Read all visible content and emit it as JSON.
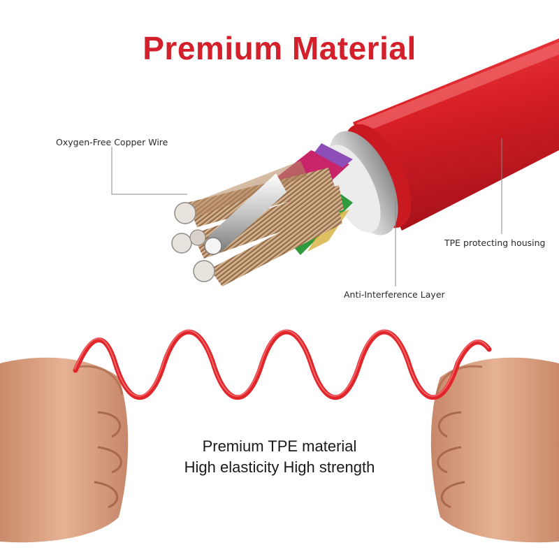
{
  "title": "Premium Material",
  "labels": {
    "copper": "Oxygen-Free Copper Wire",
    "housing": "TPE protecting housing",
    "layer": "Anti-Interference Layer"
  },
  "caption": {
    "line1": "Premium TPE material",
    "line2": "High elasticity High strength"
  },
  "colors": {
    "brand_red": "#d3202a",
    "cable_red": "#e0262b",
    "leader_line": "#8a8a8a"
  }
}
